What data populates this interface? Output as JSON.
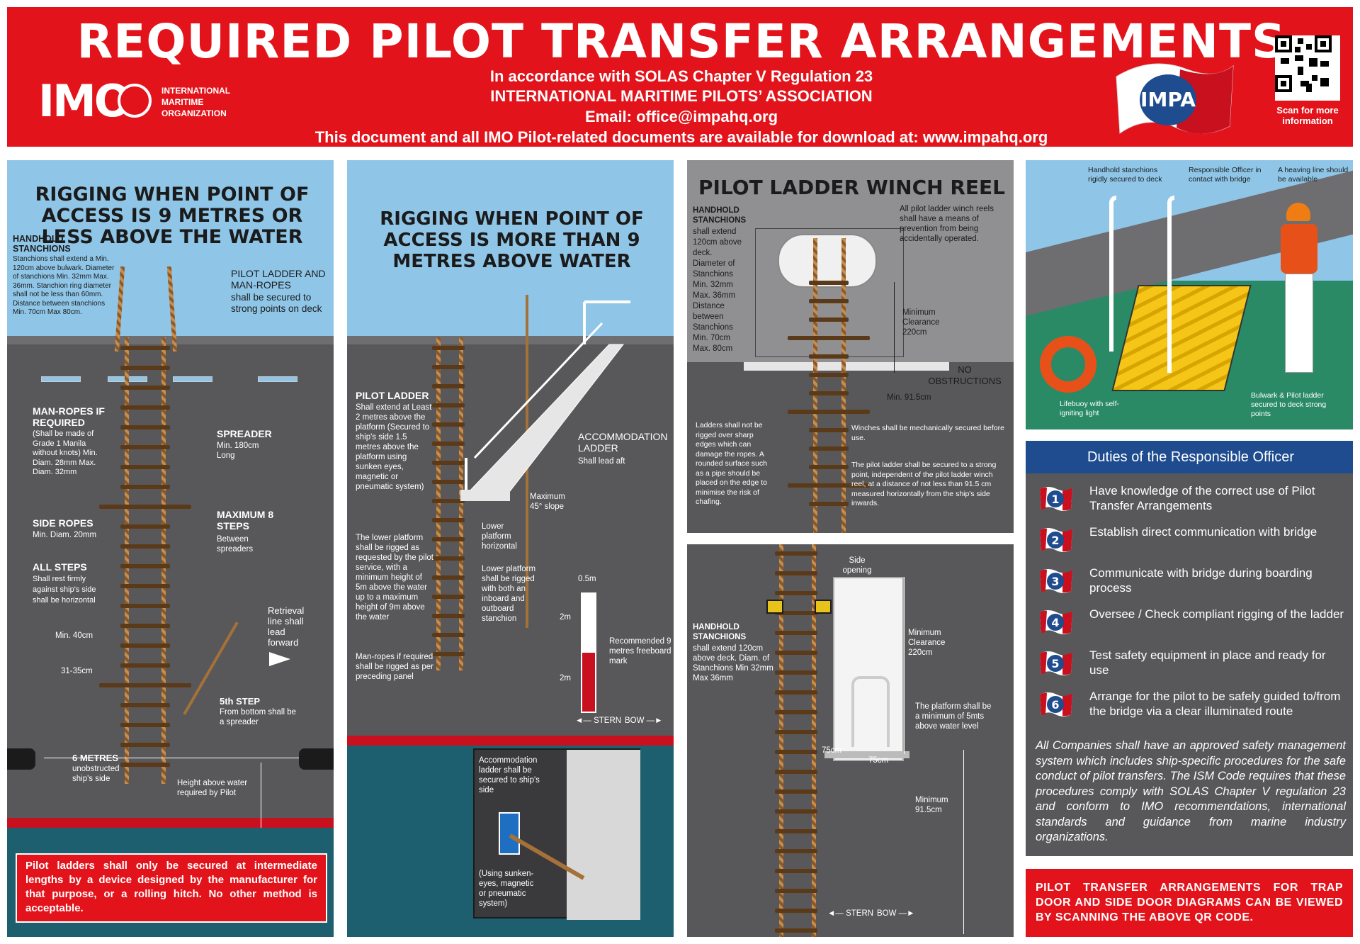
{
  "header": {
    "title": "REQUIRED PILOT TRANSFER ARRANGEMENTS",
    "sub1": "In accordance with SOLAS Chapter V Regulation 23",
    "sub2": "INTERNATIONAL MARITIME PILOTS’ ASSOCIATION",
    "sub3": "Email: office@impahq.org",
    "sub4": "This document and all IMO Pilot-related documents are available for download at: www.impahq.org",
    "imo_logo": "IMO",
    "imo_name": [
      "INTERNATIONAL",
      "MARITIME",
      "ORGANIZATION"
    ],
    "impa_logo": "IMPA",
    "qr_caption": "Scan for more information"
  },
  "panel1": {
    "title": "RIGGING WHEN POINT OF ACCESS IS 9 METRES OR LESS ABOVE THE WATER",
    "handhold_title": "HANDHOLD STANCHIONS",
    "handhold_text": "Stanchions shall extend a Min. 120cm above bulwark. Diameter of stanchions Min. 32mm Max. 36mm. Stanchion ring diameter shall not be less than 60mm. Distance between stanchions Min. 70cm Max 80cm.",
    "ladder_title": "PILOT LADDER AND MAN-ROPES",
    "ladder_text": "shall be secured to strong points on deck",
    "manropes_title": "MAN-ROPES IF REQUIRED",
    "manropes_text": "(Shall be made of Grade 1 Manila without knots) Min. Diam. 28mm Max. Diam. 32mm",
    "spreader_title": "SPREADER",
    "spreader_text": "Min. 180cm Long",
    "maxsteps_title": "MAXIMUM 8 STEPS",
    "maxsteps_text": "Between spreaders",
    "siderope_title": "SIDE ROPES",
    "siderope_text": "Min. Diam. 20mm",
    "allsteps_title": "ALL STEPS",
    "allsteps_text": "Shall rest firmly against ship's side shall be horizontal",
    "retrieval": "Retrieval line shall lead forward",
    "min40": "Min. 40cm",
    "cm3135": "31-35cm",
    "step5_title": "5th STEP",
    "step5_text": "From bottom shall be a spreader",
    "sixm_title": "6 METRES",
    "sixm_text": "unobstructed ship's side",
    "height": "Height above water required by Pilot",
    "note": "Pilot ladders shall only be secured at intermediate lengths by a device designed by the manufacturer for that purpose, or a rolling hitch. No other method is acceptable."
  },
  "panel2": {
    "title": "RIGGING WHEN POINT OF ACCESS IS MORE THAN 9 METRES ABOVE WATER",
    "ladder_title": "PILOT LADDER",
    "ladder_text": "Shall extend at Least 2 metres above the platform (Secured to ship's side 1.5 metres above the platform using sunken eyes, magnetic or pneumatic system)",
    "accom_title": "ACCOMMODATION LADDER",
    "accom_text": "Shall lead aft",
    "slope": "Maximum 45° slope",
    "lower_h": "Lower platform horizontal",
    "lower_text": "The lower platform shall be rigged as requested by the pilot service, with a minimum height of 5m above the water up to a maximum height of 9m above the water",
    "lower_rigged": "Lower platform shall be rigged with both an inboard and outboard stanchion",
    "manropes": "Man-ropes if required shall be rigged as per preceding panel",
    "m05": "0.5m",
    "m2a": "2m",
    "m2b": "2m",
    "freeboard": "Recommended 9 metres freeboard mark",
    "stern": "◄— STERN",
    "bow": "BOW —►",
    "secured": "Accommodation ladder shall be secured to ship's side",
    "sunken": "(Using sunken-eyes, magnetic or pneumatic system)"
  },
  "panel3": {
    "title": "PILOT LADDER WINCH REEL",
    "handhold_title": "HANDHOLD STANCHIONS",
    "handhold_text": "shall extend 120cm above deck. Diameter of Stanchions Min. 32mm Max. 36mm Distance between Stanchions Min. 70cm Max. 80cm",
    "reels": "All pilot ladder winch reels shall have a means of prevention from being accidentally operated.",
    "clearance": "Minimum Clearance 220cm",
    "noobs": "NO OBSTRUCTIONS",
    "min915": "Min. 91.5cm",
    "sharp": "Ladders shall not be rigged over sharp edges which can damage the ropes. A rounded surface such as a pipe should be placed on the edge to minimise the risk of chafing.",
    "winches": "Winches shall be mechanically secured before use.",
    "strongpoint": "The pilot ladder shall be secured to a strong point, independent of the pilot ladder winch reel, at a distance of not less than 91.5 cm measured horizontally from the ship's side inwards."
  },
  "panel4": {
    "handhold_title": "HANDHOLD STANCHIONS",
    "handhold_text": "shall extend 120cm above deck. Diam. of Stanchions Min 32mm Max 36mm",
    "side": "Side opening",
    "clearance": "Minimum Clearance 220cm",
    "platform": "The platform shall be a minimum of 5mts above water level",
    "c75a": "75cm",
    "c75b": "75cm",
    "min915": "Minimum 91.5cm",
    "stern": "◄— STERN",
    "bow": "BOW —►"
  },
  "panel5": {
    "handhold": "Handhold stanchions rigidly secured to deck",
    "officer": "Responsible Officer in contact with bridge",
    "heaving": "A heaving line should be available",
    "lifebuoy": "Lifebuoy with self-igniting light",
    "bulwark": "Bulwark & Pilot ladder secured to deck strong points"
  },
  "duties": {
    "title": "Duties of the Responsible Officer",
    "items": [
      {
        "num": "1",
        "text": "Have knowledge of the correct use of Pilot Transfer Arrangements"
      },
      {
        "num": "2",
        "text": "Establish direct communication with bridge"
      },
      {
        "num": "3",
        "text": "Communicate with bridge during boarding process"
      },
      {
        "num": "4",
        "text": "Oversee / Check compliant rigging of the ladder"
      },
      {
        "num": "5",
        "text": "Test safety equipment in place and ready for use"
      },
      {
        "num": "6",
        "text": "Arrange for the pilot to be safely guided to/from the bridge via a clear illuminated route"
      }
    ],
    "companies": "All Companies shall have an approved safety management system which includes ship-specific procedures for the safe conduct of pilot transfers. The ISM Code requires that these procedures comply with SOLAS Chapter V regulation 23 and conform to IMO recommendations, international standards and guidance from marine industry organizations."
  },
  "bottom_note": "PILOT TRANSFER ARRANGEMENTS FOR TRAP DOOR AND SIDE DOOR DIAGRAMS CAN BE VIEWED BY SCANNING THE ABOVE QR CODE.",
  "colors": {
    "red": "#e3131b",
    "grey": "#58585a",
    "sky": "#8fc6e8",
    "navy": "#1e4c8f",
    "sea": "#1d5f6e"
  }
}
